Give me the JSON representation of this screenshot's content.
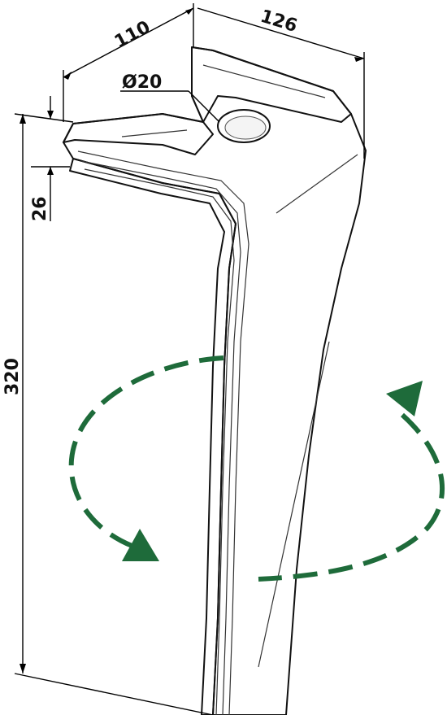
{
  "dimensions": {
    "width_top": "110",
    "width_total": "126",
    "hole_diameter": "Ø20",
    "thickness": "26",
    "height": "320"
  },
  "colors": {
    "arrow": "#1e6b3a",
    "steel_light": "#e6e6e6",
    "steel_mid": "#cfcfcf",
    "steel_dark": "#a9a9a9",
    "line": "#111111"
  },
  "icons": {
    "rotation": "rotation-arrows-icon"
  }
}
